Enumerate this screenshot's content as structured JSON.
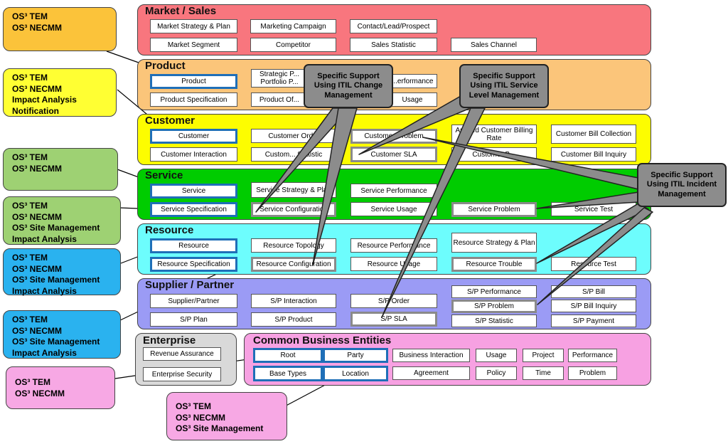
{
  "domains": {
    "market": "Market / Sales",
    "product": "Product",
    "customer": "Customer",
    "service": "Service",
    "resource": "Resource",
    "supplier": "Supplier / Partner",
    "enterprise": "Enterprise",
    "common": "Common Business Entities"
  },
  "entities": {
    "market_strategy_plan": "Market Strategy & Plan",
    "marketing_campaign": "Marketing Campaign",
    "contact_lead_prospect": "Contact/Lead/Prospect",
    "market_segment": "Market Segment",
    "competitor": "Competitor",
    "sales_statistic": "Sales Statistic",
    "sales_channel": "Sales Channel",
    "product": "Product",
    "strategic_portfolio": "Strategic P... Portfolio P...",
    "product_performance": "...erformance",
    "product_specification": "Product Specification",
    "product_offering": "Product Of...",
    "product_usage": "Usage",
    "customer": "Customer",
    "customer_order": "Customer Ord...",
    "customer_problem": "Customer Problem",
    "applied_customer_billing_rate": "Applied Customer Billing Rate",
    "customer_bill_collection": "Customer Bill Collection",
    "customer_interaction": "Customer Interaction",
    "customer_statistic": "Custom... Statistic",
    "customer_sla": "Customer SLA",
    "customer_bill": "Customer B...",
    "customer_bill_inquiry": "Customer Bill Inquiry",
    "service": "Service",
    "service_strategy_plan": "Service Strategy & Plan",
    "service_performance": "Service Performance",
    "service_specification": "Service Specification",
    "service_configuration": "Service Configuration",
    "service_usage": "Service Usage",
    "service_problem": "Service Problem",
    "service_test": "Service Test",
    "resource": "Resource",
    "resource_topology": "Resource Topology",
    "resource_performance": "Resource Performance",
    "resource_strategy_plan": "Resource Strategy & Plan",
    "resource_specification": "Resource Specification",
    "resource_configuration": "Resource Configuration",
    "resource_usage": "Resource Usage",
    "resource_trouble": "Resource Trouble",
    "resource_test": "Resource Test",
    "supplier_partner": "Supplier/Partner",
    "sp_interaction": "S/P Interaction",
    "sp_order": "S/P Order",
    "sp_performance": "S/P Performance",
    "sp_bill": "S/P Bill",
    "sp_problem": "S/P Problem",
    "sp_bill_inquiry": "S/P Bill Inquiry",
    "sp_plan": "S/P Plan",
    "sp_product": "S/P Product",
    "sp_sla": "S/P SLA",
    "sp_statistic": "S/P Statistic",
    "sp_payment": "S/P Payment",
    "revenue_assurance": "Revenue Assurance",
    "enterprise_security": "Enterprise Security",
    "root": "Root",
    "party": "Party",
    "business_interaction": "Business Interaction",
    "usage": "Usage",
    "project": "Project",
    "performance": "Performance",
    "base_types": "Base Types",
    "location": "Location",
    "agreement": "Agreement",
    "policy": "Policy",
    "time": "Time",
    "problem": "Problem"
  },
  "callouts": {
    "c1": [
      "OS³ TEM",
      "OS³ NECMM"
    ],
    "c2": [
      "OS³ TEM",
      "OS³ NECMM",
      "Impact Analysis",
      "Notification"
    ],
    "c3": [
      "OS³ TEM",
      "OS³ NECMM"
    ],
    "c4": [
      "OS³ TEM",
      "OS³ NECMM",
      "OS³ Site Management",
      "Impact Analysis"
    ],
    "c5": [
      "OS³ TEM",
      "OS³ NECMM",
      "OS³ Site Management",
      "Impact Analysis"
    ],
    "c6": [
      "OS³ TEM",
      "OS³ NECMM",
      "OS³ Site Management",
      "Impact Analysis"
    ],
    "c7": [
      "OS³ TEM",
      "OS³ NECMM"
    ],
    "c8": [
      "OS³ TEM",
      "OS³ NECMM",
      "OS³ Site Management"
    ]
  },
  "itil": {
    "change": "Specific Support Using ITIL Change Management",
    "service_level": "Specific Support Using ITIL Service Level Management",
    "incident": "Specific Support Using ITIL Incident Management"
  },
  "colors": {
    "market": "#f8767e",
    "product": "#fbc57a",
    "customer": "#fdfd00",
    "service": "#00cc00",
    "resource": "#6dfdfd",
    "supplier": "#9b9bf5",
    "enterprise": "#d9d9d9",
    "common": "#f7a1e2",
    "callout_orange": "#fbc33a",
    "callout_yellow": "#ffff33",
    "callout_green": "#9ed173",
    "callout_blue": "#2ab2ef",
    "callout_pink": "#f7a8e4",
    "itil_gray": "#8c8c8c",
    "highlight_blue": "#1f6fb8"
  }
}
